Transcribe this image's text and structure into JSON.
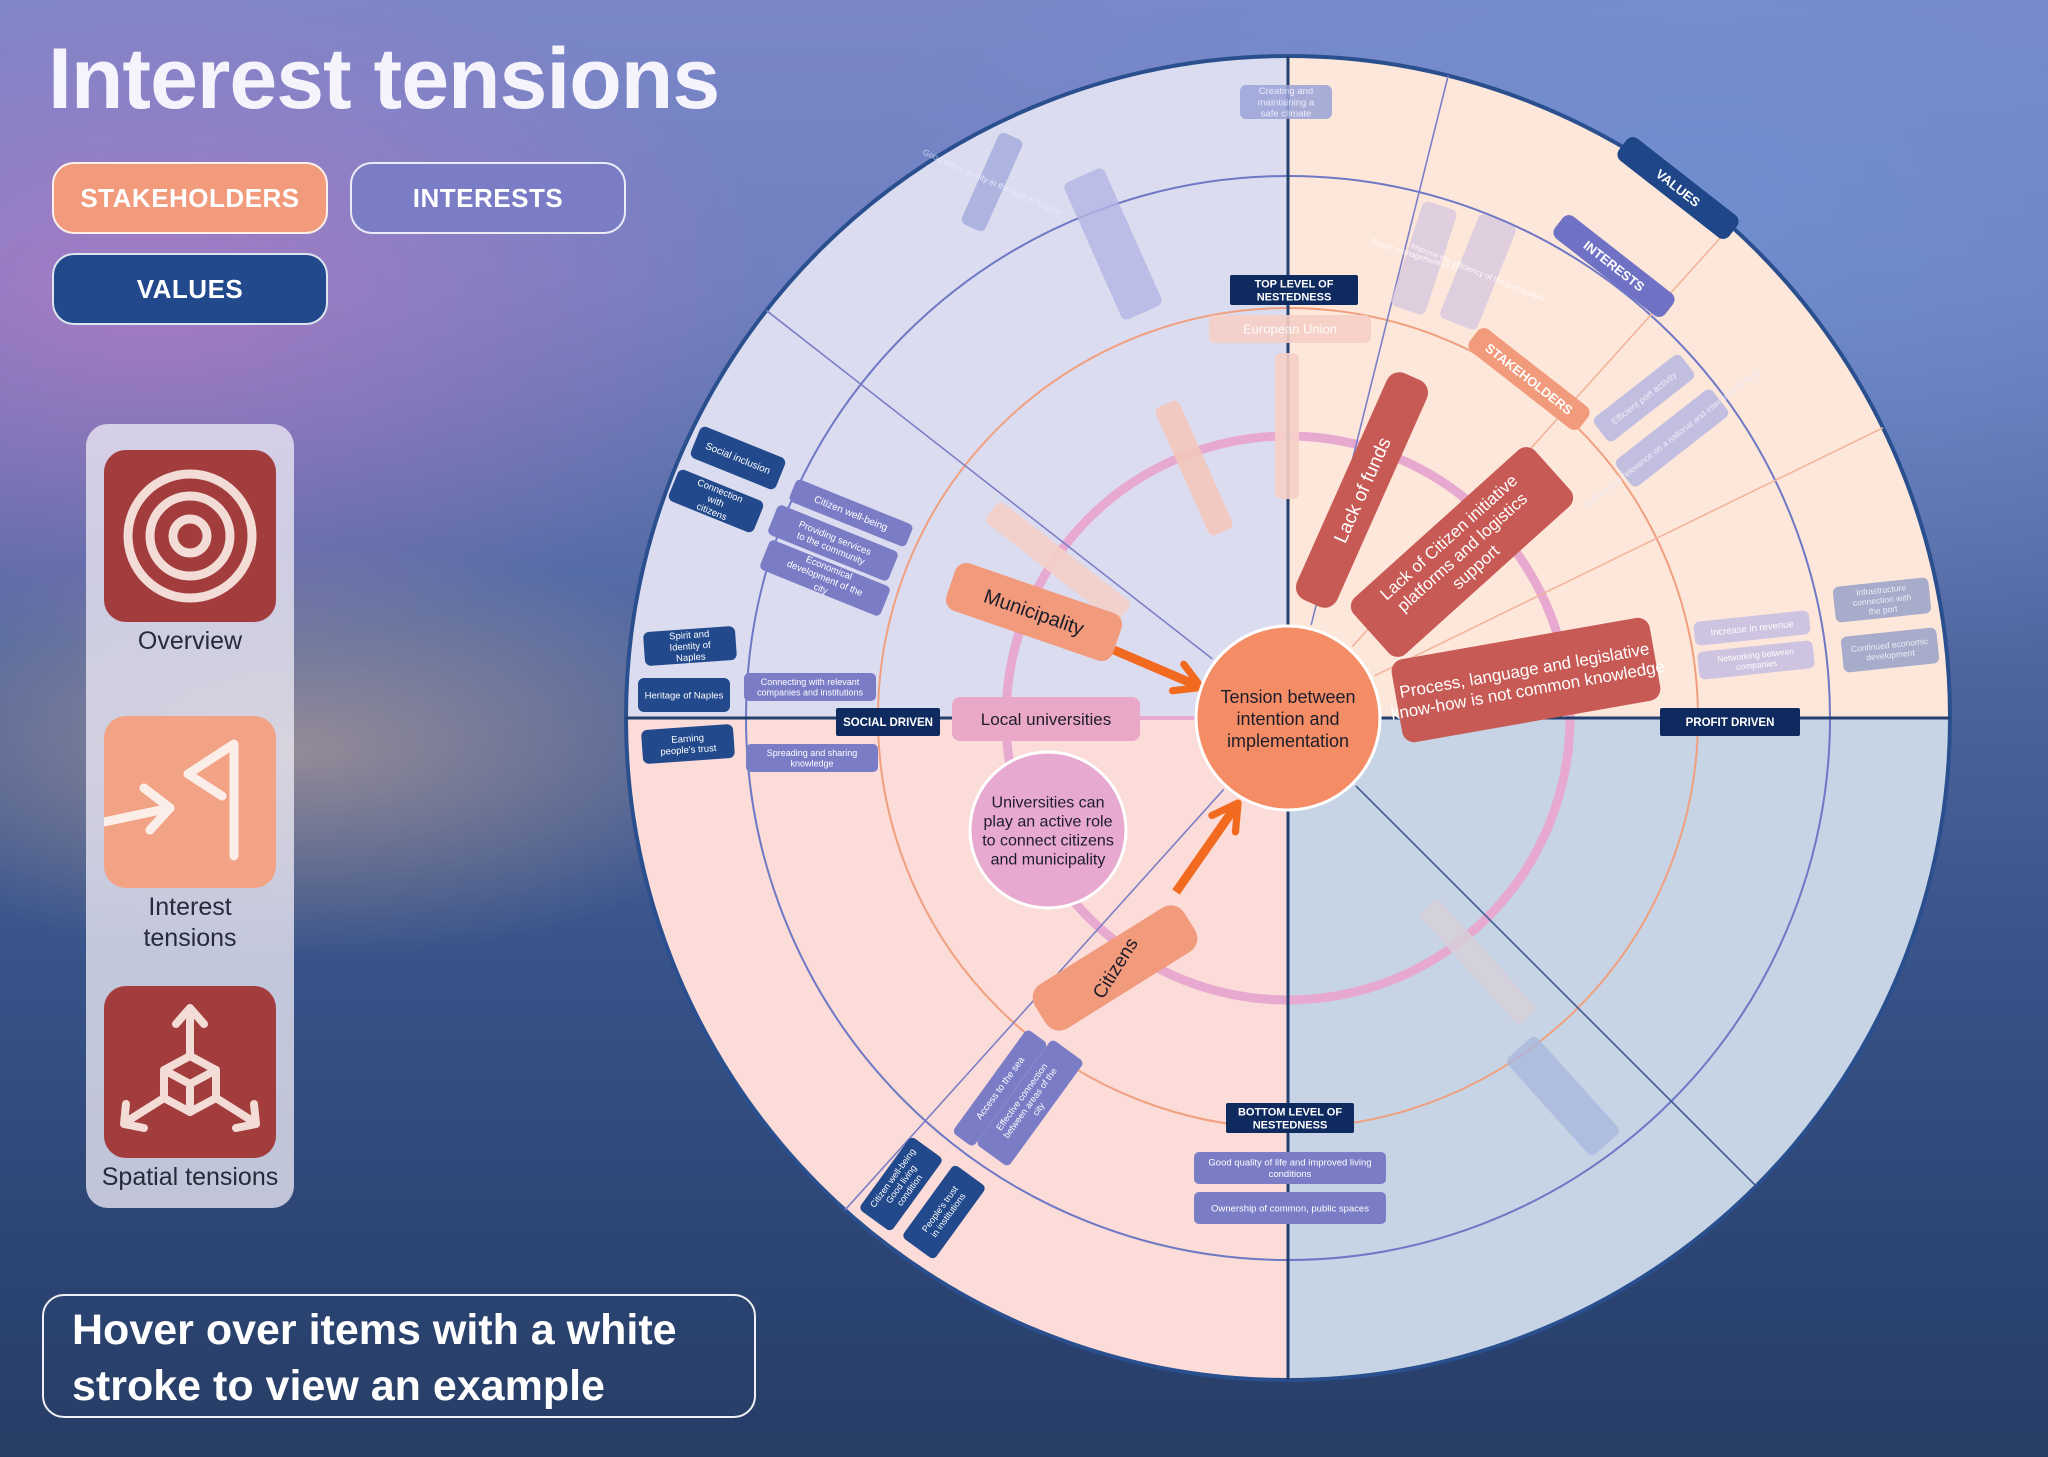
{
  "title": "Interest tensions",
  "legend": {
    "stakeholders": "STAKEHOLDERS",
    "interests": "INTERESTS",
    "values": "VALUES"
  },
  "nav": [
    {
      "label": "Overview",
      "icon": "target-icon"
    },
    {
      "label": "Interest tensions",
      "icon": "arrow-flag-icon"
    },
    {
      "label": "Spatial tensions",
      "icon": "cube-arrows-icon"
    }
  ],
  "hint": "Hover over items with a white stroke to view an example",
  "colors": {
    "stakeholder": "#f29a7c",
    "interest": "#7a7cc6",
    "value": "#22498c",
    "tension": "#c85a55",
    "overview_tile": "#a33d3d",
    "interest_tile": "#f2a386",
    "spatial_tile": "#a33d3d"
  },
  "wheel": {
    "center": "Tension between intention and implementation",
    "axis_labels": {
      "top": "TOP LEVEL OF NESTEDNESS",
      "bottom": "BOTTOM LEVEL OF NESTEDNESS",
      "left": "SOCIAL DRIVEN",
      "right": "PROFIT DRIVEN"
    },
    "ring_labels": {
      "values": "VALUES",
      "interests": "INTERESTS",
      "stakeholders": "STAKEHOLDERS"
    },
    "stakeholders": {
      "municipality": "Municipality",
      "universities": "Local universities",
      "citizens": "Citizens",
      "eu": "European Union"
    },
    "university_note": "Universities can play an active role to connect citizens and municipality",
    "tensions": {
      "funds": "Lack of funds",
      "citizen": "Lack of Citizen initiative platforms and logistics support",
      "process": "Process, language and legislative know-how is not common knowledge"
    },
    "tag_top": "Creating and maintaining a safe climate",
    "left_values": [
      "Social inclusion",
      "Connection with citizens",
      "Spirit and Identity of Naples",
      "Heritage of Naples",
      "Earning people's trust"
    ],
    "left_interests": [
      "Citizen well-being",
      "Providing services to the community",
      "Economical development of the city",
      "Connecting with relevant companies and institutions",
      "Spreading and sharing knowledge"
    ],
    "bottom_interests": [
      "Good quality of life and improved living conditions",
      "Ownership of common, public spaces"
    ],
    "bottom_left_interests": [
      "Access to the sea",
      "Effective connection between areas of the city"
    ],
    "bottom_left_values": [
      "Citizen well-being Good living condition",
      "People's trust in institutions"
    ],
    "faded_right": [
      "Increase in revenue",
      "Networking between companies",
      "Infrastructure connection with the port",
      "Continued economic development",
      "Efficient port activity",
      "Commercial relevance on a national and international level"
    ],
    "faded_top": [
      "Proper management of the port",
      "Improve the efficiency of the port system"
    ],
    "faded_topleft": [
      "Good water quality in the Gulf of Naples"
    ]
  }
}
